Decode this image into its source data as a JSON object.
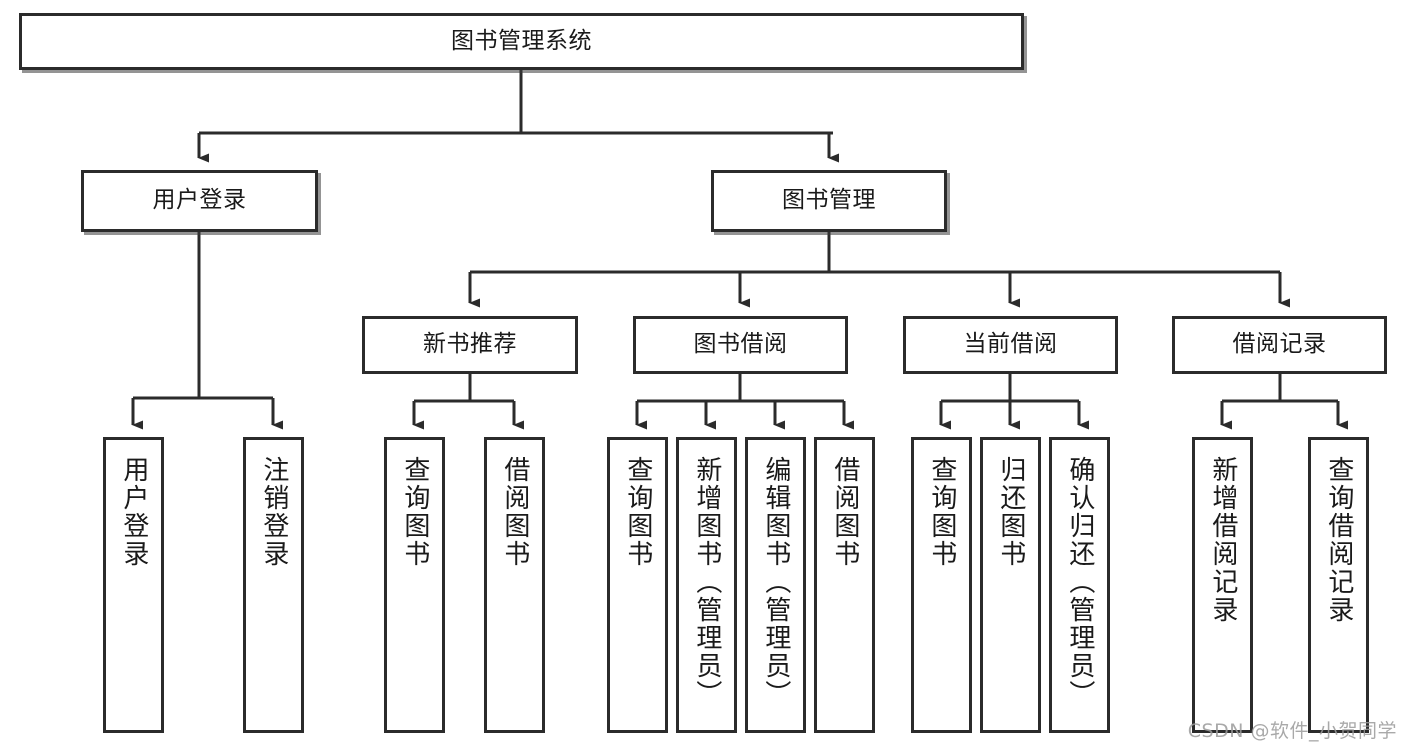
{
  "diagram": {
    "type": "tree-hierarchy",
    "title": "图书管理系统",
    "watermark": "CSDN @软件_小贺同学",
    "colors": {
      "box_border": "#2b2b2b",
      "box_fill": "#ffffff",
      "connector": "#2b2b2b",
      "text": "#1a1a1a",
      "watermark": "#9b9b9b",
      "background": "#ffffff"
    },
    "levels": [
      {
        "level": 1,
        "nodes": [
          {
            "id": "root",
            "label": "图书管理系统",
            "orientation": "horizontal"
          }
        ]
      },
      {
        "level": 2,
        "nodes": [
          {
            "id": "login",
            "label": "用户登录",
            "orientation": "horizontal",
            "parent": "root"
          },
          {
            "id": "bookmgmt",
            "label": "图书管理",
            "orientation": "horizontal",
            "parent": "root"
          }
        ]
      },
      {
        "level": 3,
        "nodes": [
          {
            "id": "newbook",
            "label": "新书推荐",
            "orientation": "horizontal",
            "parent": "bookmgmt"
          },
          {
            "id": "borrow",
            "label": "图书借阅",
            "orientation": "horizontal",
            "parent": "bookmgmt"
          },
          {
            "id": "current",
            "label": "当前借阅",
            "orientation": "horizontal",
            "parent": "bookmgmt"
          },
          {
            "id": "records",
            "label": "借阅记录",
            "orientation": "horizontal",
            "parent": "bookmgmt"
          }
        ]
      },
      {
        "level": 4,
        "nodes": [
          {
            "id": "leaf1",
            "label": "用户登录",
            "orientation": "vertical",
            "parent": "login"
          },
          {
            "id": "leaf2",
            "label": "注销登录",
            "orientation": "vertical",
            "parent": "login"
          },
          {
            "id": "leaf3",
            "label": "查询图书",
            "orientation": "vertical",
            "parent": "newbook"
          },
          {
            "id": "leaf4",
            "label": "借阅图书",
            "orientation": "vertical",
            "parent": "newbook"
          },
          {
            "id": "leaf5",
            "label": "查询图书",
            "orientation": "vertical",
            "parent": "borrow"
          },
          {
            "id": "leaf6",
            "label": "新增图书（管理员）",
            "orientation": "vertical",
            "parent": "borrow"
          },
          {
            "id": "leaf7",
            "label": "编辑图书（管理员）",
            "orientation": "vertical",
            "parent": "borrow"
          },
          {
            "id": "leaf8",
            "label": "借阅图书",
            "orientation": "vertical",
            "parent": "borrow"
          },
          {
            "id": "leaf9",
            "label": "查询图书",
            "orientation": "vertical",
            "parent": "current"
          },
          {
            "id": "leaf10",
            "label": "归还图书",
            "orientation": "vertical",
            "parent": "current"
          },
          {
            "id": "leaf11",
            "label": "确认归还（管理员）",
            "orientation": "vertical",
            "parent": "current"
          },
          {
            "id": "leaf12",
            "label": "新增借阅记录",
            "orientation": "vertical",
            "parent": "records"
          },
          {
            "id": "leaf13",
            "label": "查询借阅记录",
            "orientation": "vertical",
            "parent": "records"
          }
        ]
      }
    ]
  }
}
